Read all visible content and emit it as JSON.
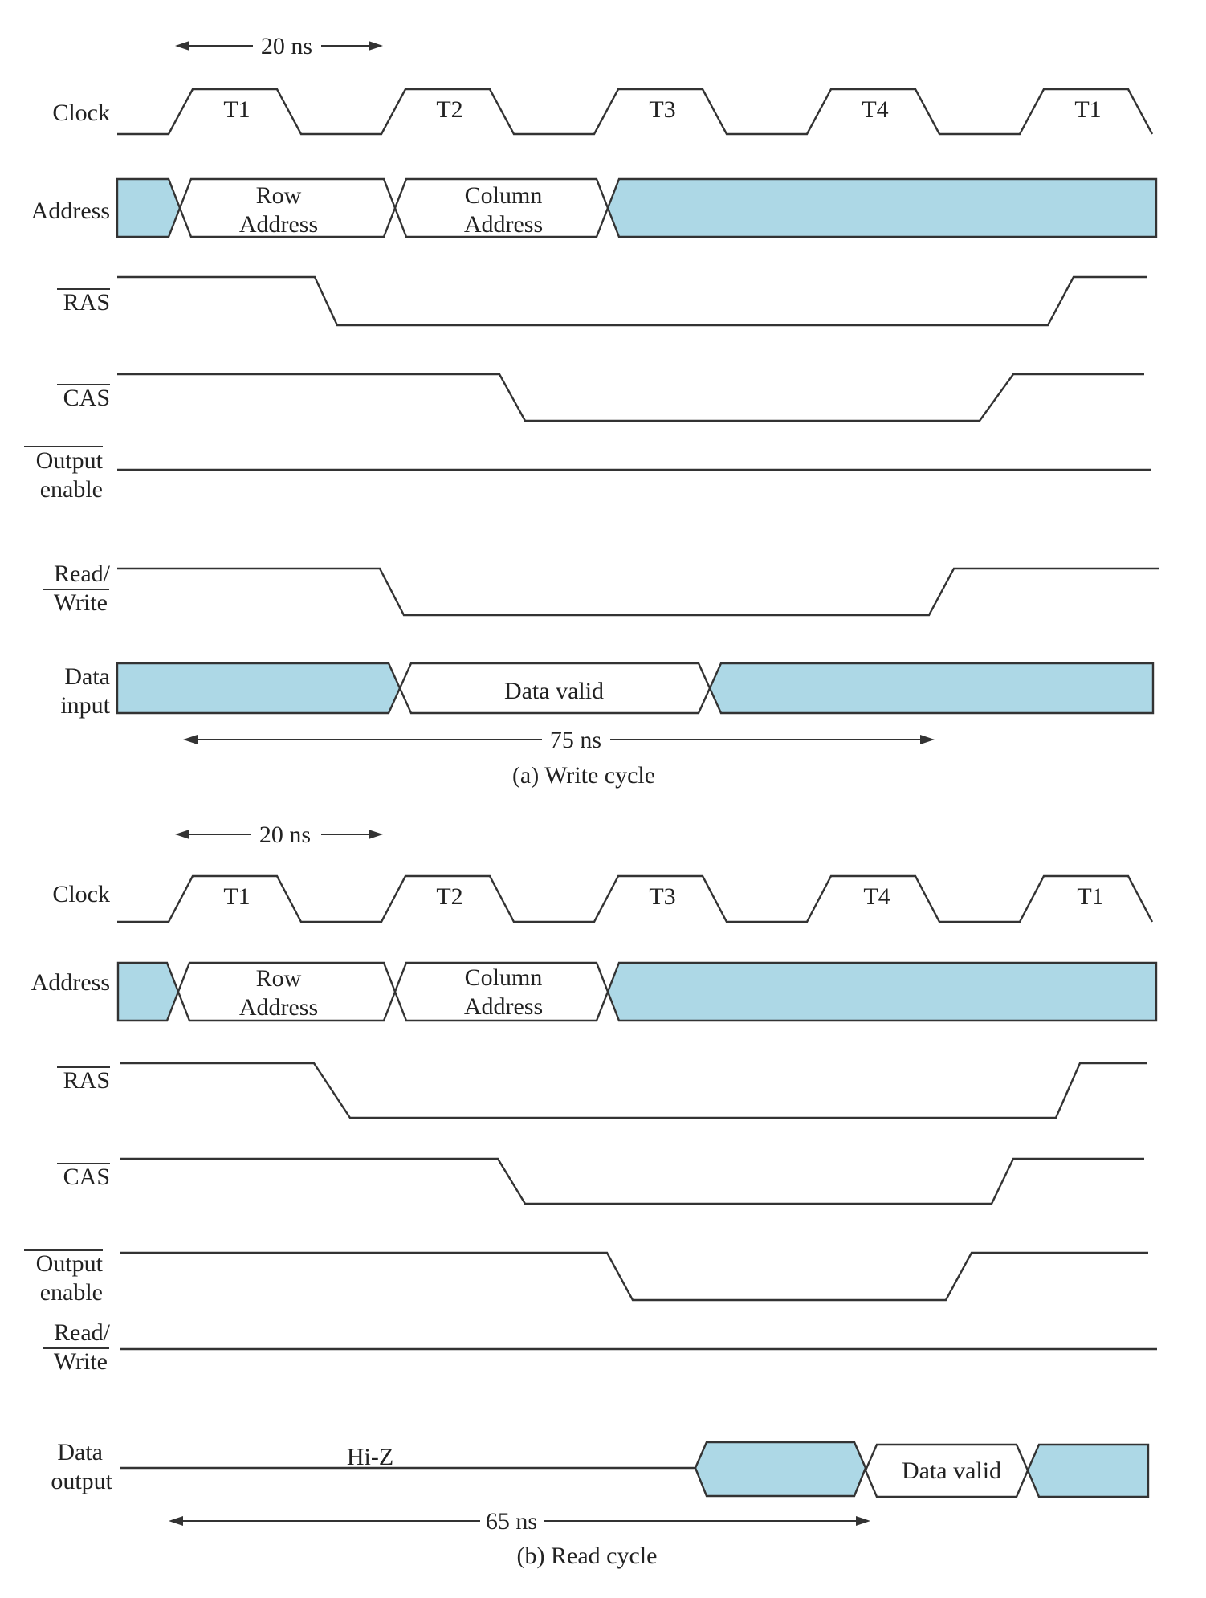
{
  "colors": {
    "shaded": "#add8e6",
    "line": "#333333",
    "text": "#222222"
  },
  "write": {
    "period_label": "20 ns",
    "clock": {
      "label": "Clock",
      "phases": [
        "T1",
        "T2",
        "T3",
        "T4",
        "T1"
      ]
    },
    "address": {
      "label": "Address",
      "row": [
        "Row",
        "Address"
      ],
      "col": [
        "Column",
        "Address"
      ]
    },
    "ras": "RAS",
    "cas": "CAS",
    "oe": [
      "Output",
      "enable"
    ],
    "rw": [
      "Read/",
      "Write"
    ],
    "data": {
      "label": [
        "Data",
        "input"
      ],
      "valid": "Data valid"
    },
    "span_label": "75 ns",
    "caption": "(a) Write cycle"
  },
  "read": {
    "period_label": "20 ns",
    "clock": {
      "label": "Clock",
      "phases": [
        "T1",
        "T2",
        "T3",
        "T4",
        "T1"
      ]
    },
    "address": {
      "label": "Address",
      "row": [
        "Row",
        "Address"
      ],
      "col": [
        "Column",
        "Address"
      ]
    },
    "ras": "RAS",
    "cas": "CAS",
    "oe": [
      "Output",
      "enable"
    ],
    "rw": [
      "Read/",
      "Write"
    ],
    "data": {
      "label": [
        "Data",
        "output"
      ],
      "hiz": "Hi-Z",
      "valid": "Data valid"
    },
    "span_label": "65 ns",
    "caption": "(b) Read cycle"
  }
}
